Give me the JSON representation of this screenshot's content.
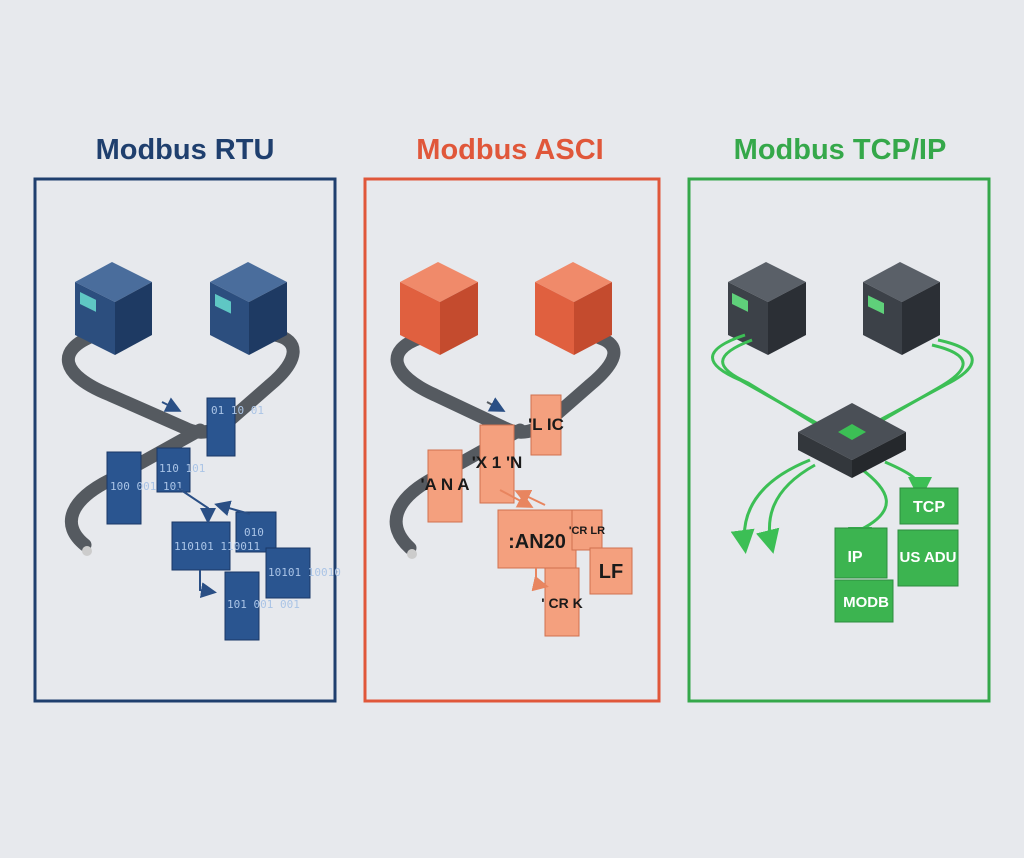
{
  "panels": [
    {
      "title": "Modbus RTU",
      "color": "#1f3f6e",
      "frames": [
        "01 10 01",
        "100 001 101",
        "110 101",
        "110101 110011",
        "010",
        "10101 10010",
        "101 001 001"
      ]
    },
    {
      "title": "Modbus ASCI",
      "color": "#e0573a",
      "frames": [
        "'A N A",
        "'X 1 'N",
        "'L IC",
        ":AN20",
        "'CR LR",
        "LF",
        "' CR K"
      ]
    },
    {
      "title": "Modbus TCP/IP",
      "color": "#35a84a",
      "frames": [
        "TCP",
        "IP",
        "MODB",
        "US ADU"
      ]
    }
  ]
}
